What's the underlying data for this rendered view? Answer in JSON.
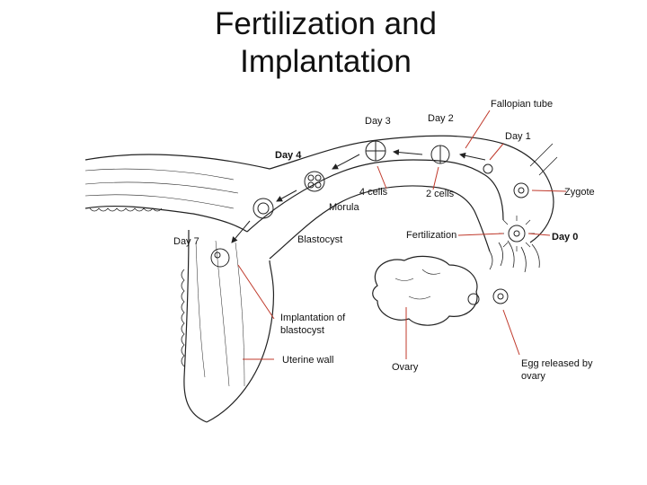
{
  "title": {
    "line1": "Fertilization and",
    "line2": "Implantation"
  },
  "labels": {
    "fallopian_tube": "Fallopian tube",
    "day3": "Day 3",
    "day2": "Day 2",
    "day1": "Day 1",
    "day4": "Day 4",
    "four_cells": "4 cells",
    "two_cells": "2 cells",
    "zygote": "Zygote",
    "morula": "Morula",
    "day7": "Day 7",
    "blastocyst": "Blastocyst",
    "fertilization": "Fertilization",
    "day0": "Day 0",
    "implantation_line1": "Implantation of",
    "implantation_line2": "blastocyst",
    "uterine_wall": "Uterine wall",
    "ovary": "Ovary",
    "egg_line1": "Egg released by",
    "egg_line2": "ovary"
  },
  "colors": {
    "leader_line": "#c0392b",
    "ink": "#222222"
  }
}
